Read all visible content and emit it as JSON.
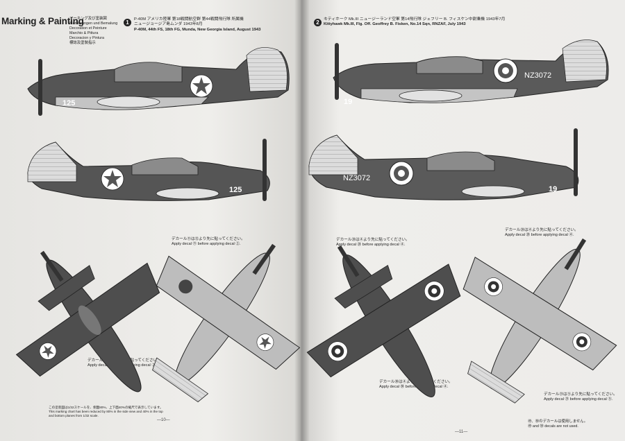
{
  "left_page": {
    "title": "Marking & Painting",
    "languages": [
      "マーキング及び塗装図",
      "Markierungen und Bemalung",
      "Decoration et Peinture",
      "Marchio & Pittura",
      "Decoracion y Pintura",
      "標誌及塗裝指示"
    ],
    "scheme": {
      "number": "1",
      "title_jp": "P-40M アメリカ陸軍 第18戦闘航空群 第44戦闘飛行隊 所属機",
      "location_jp": "ニュージョージア島ムンダ 1943年8月",
      "title_en": "P-40M, 44th FS, 18th FG, Munda, New Georgia Island, August 1943"
    },
    "aircraft_code": "125",
    "callout_top": "デカール⑪は⑫より先に貼ってください。",
    "callout_top_en": "Apply decal ⑪ before applying decal ②.",
    "callout_bottom": "デカール⑪は⑫より先に貼ってください。",
    "callout_bottom_en": "Apply decal ⑪ before applying decal ②.",
    "footnote_jp": "この塗装図は1/32スケールを、側面80%、上下面40%の縮尺で表示しています。",
    "footnote_en": "This marking chart has been reduced by 80% in the side view and 40% in the top and bottom planes from 1/32 scale.",
    "page_number": "—10—"
  },
  "right_page": {
    "scheme": {
      "number": "2",
      "title_jp": "キティホーク Mk.III ニュージーランド空軍 第14飛行隊 ジェフリー B. フィスケン中尉乗機 1943年7月",
      "title_en": "Kittyhawk Mk.III, Flg. Off. Geoffrey B. Fisken, No.14 Sqn, RNZAF, July 1943"
    },
    "serial": "NZ3072",
    "code": "19",
    "callout_tl": "デカール㉘は④より先に貼ってください。",
    "callout_tl_en": "Apply decal ㉘ before applying decal ④.",
    "callout_tr": "デカール㉘は④より先に貼ってください。",
    "callout_tr_en": "Apply decal ㉘ before applying decal ④.",
    "callout_bl": "デカール㉚は④より先に貼ってください。",
    "callout_bl_en": "Apply decal ㉚ before applying decal ④.",
    "callout_br": "デカール㉛は⑤より先に貼ってください。",
    "callout_br_en": "Apply decal ㉛ before applying decal ⑤.",
    "unused_jp": "㊾、㊿のデカールは使用しません。",
    "unused_en": "㊾ and ㊿ decals are not used.",
    "page_number": "—11—"
  },
  "colors": {
    "paint_dark": "#4a4a4a",
    "paint_light": "#b9b9b9",
    "paper": "#ecebe8",
    "ink": "#222222"
  }
}
